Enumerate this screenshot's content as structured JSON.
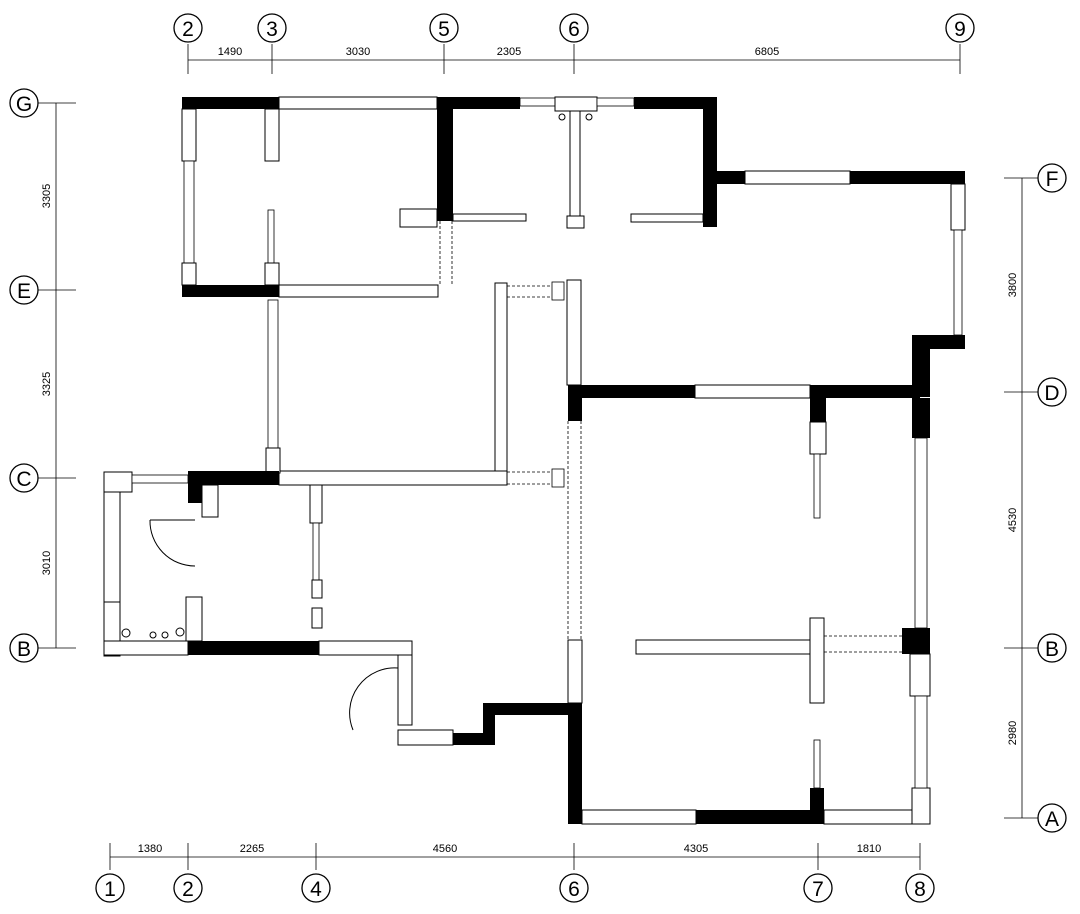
{
  "grid_top": [
    {
      "label": "2"
    },
    {
      "label": "3"
    },
    {
      "label": "5"
    },
    {
      "label": "6"
    },
    {
      "label": "9"
    }
  ],
  "dims_top": [
    {
      "value": "1490"
    },
    {
      "value": "3030"
    },
    {
      "value": "2305"
    },
    {
      "value": "6805"
    }
  ],
  "grid_bottom": [
    {
      "label": "1"
    },
    {
      "label": "2"
    },
    {
      "label": "4"
    },
    {
      "label": "6"
    },
    {
      "label": "7"
    },
    {
      "label": "8"
    }
  ],
  "dims_bottom": [
    {
      "value": "1380"
    },
    {
      "value": "2265"
    },
    {
      "value": "4560"
    },
    {
      "value": "4305"
    },
    {
      "value": "1810"
    }
  ],
  "grid_left": [
    {
      "label": "G"
    },
    {
      "label": "E"
    },
    {
      "label": "C"
    },
    {
      "label": "B"
    }
  ],
  "dims_left": [
    {
      "value": "3305"
    },
    {
      "value": "3325"
    },
    {
      "value": "3010"
    }
  ],
  "grid_right": [
    {
      "label": "F"
    },
    {
      "label": "D"
    },
    {
      "label": "B"
    },
    {
      "label": "A"
    }
  ],
  "dims_right": [
    {
      "value": "3800"
    },
    {
      "value": "4530"
    },
    {
      "value": "2980"
    }
  ]
}
